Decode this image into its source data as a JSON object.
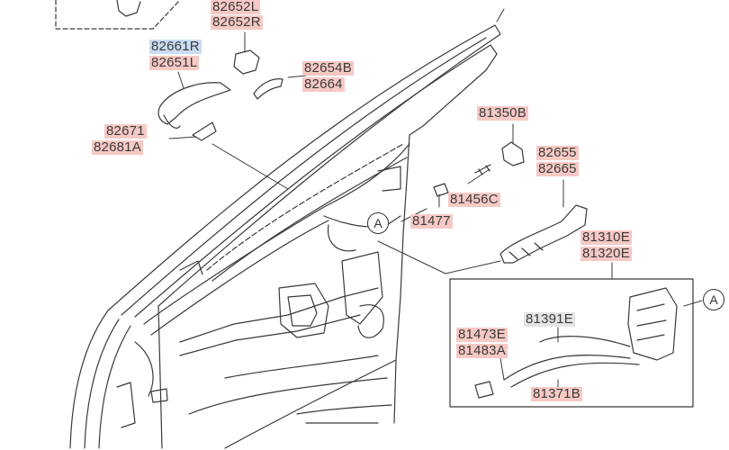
{
  "labels": {
    "l82652L": "82652L",
    "l82652R": "82652R",
    "l82661R": "82661R",
    "l82651L": "82651L",
    "l82654B": "82654B",
    "l82664": "82664",
    "l82671": "82671",
    "l82681A": "82681A",
    "l81350B": "81350B",
    "l82655": "82655",
    "l82665": "82665",
    "l81456C": "81456C",
    "l81477": "81477",
    "l81310E": "81310E",
    "l81320E": "81320E",
    "l81391E": "81391E",
    "l81473E": "81473E",
    "l81483A": "81483A",
    "l81371B": "81371B"
  },
  "markers": {
    "a1": "A",
    "a2": "A"
  },
  "colors": {
    "pink": "#f6c9c4",
    "blue": "#c9dcf2",
    "gray": "#e4e4e4",
    "line": "#3a3a3a"
  }
}
